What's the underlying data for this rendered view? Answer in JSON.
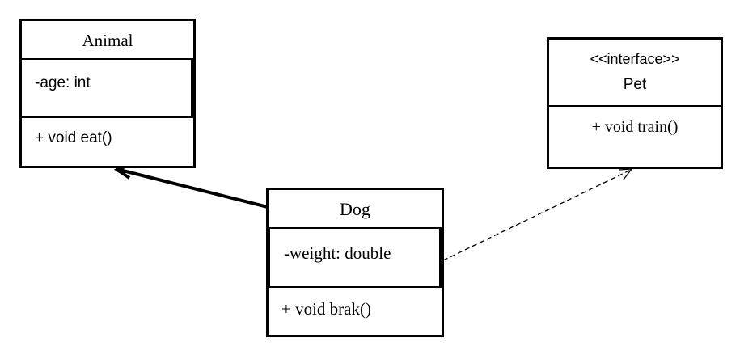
{
  "classes": {
    "animal": {
      "name": "Animal",
      "attributes": [
        "-age: int"
      ],
      "operations": [
        "+ void eat()"
      ]
    },
    "pet": {
      "stereotype": "<<interface>>",
      "name": "Pet",
      "operations": [
        "+ void train()"
      ]
    },
    "dog": {
      "name": "Dog",
      "attributes": [
        "-weight: double"
      ],
      "operations": [
        "+ void brak()"
      ]
    }
  },
  "relations": [
    {
      "type": "generalization",
      "from": "Dog",
      "to": "Animal",
      "line_style": "solid"
    },
    {
      "type": "realization",
      "from": "Dog",
      "to": "Pet",
      "line_style": "dashed"
    }
  ]
}
